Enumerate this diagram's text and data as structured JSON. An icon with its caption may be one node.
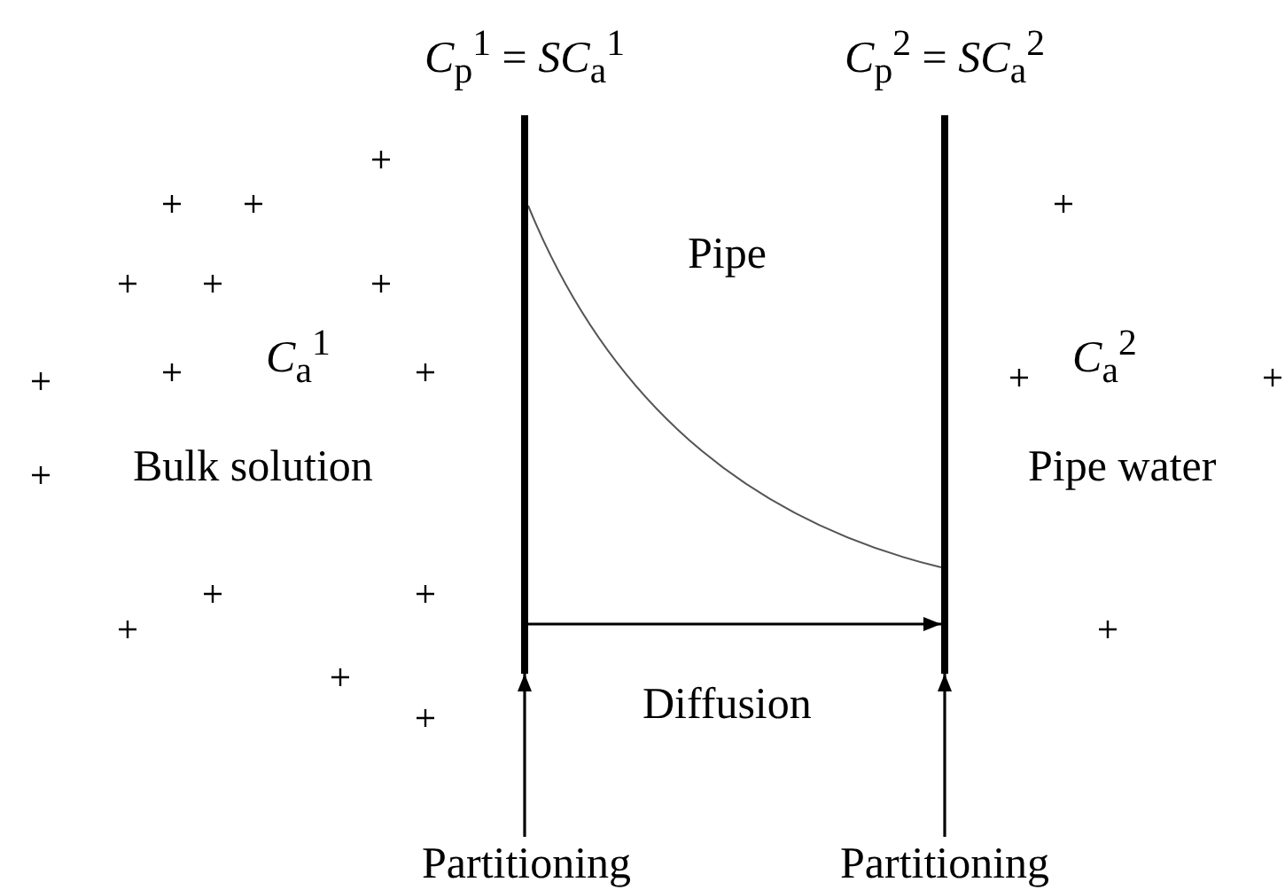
{
  "diagram": {
    "nodes": [
      {
        "text": [
          "*C*$_{p}$$^{1}$ = *SC*$_{a}$$^{1}$"
        ]
      },
      {
        "text": [
          "*C*$_{p}$$^{2}$ = *SC*$_{a}$$^{2}$"
        ]
      },
      {
        "text": [
          "Partitioning"
        ]
      },
      {
        "text": [
          "Partitioning"
        ]
      }
    ],
    "edges": [
      {
        "from": 2,
        "to": 0,
        "arrow": "to"
      },
      {
        "from": 3,
        "to": 1,
        "arrow": "to"
      },
      {
        "from": 0,
        "to": 1,
        "arrow": "to",
        "label": "Diffusion"
      }
    ],
    "labels": [
      "*C*$_{a}$$^{1}$",
      "Bulk solution",
      "Pipe",
      "*C*$_{a}$$^{2}$",
      "Pipe water"
    ]
  }
}
